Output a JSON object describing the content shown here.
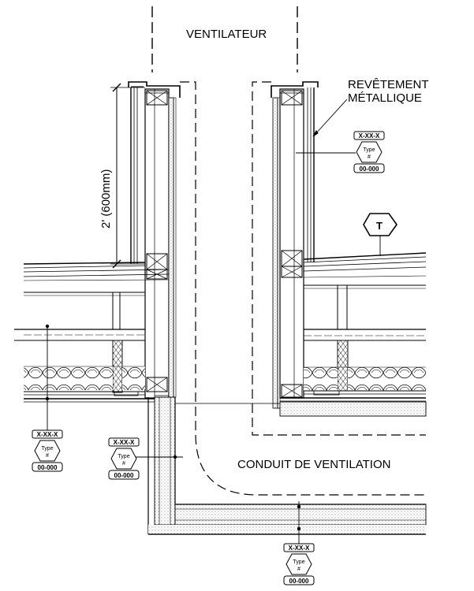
{
  "labels": {
    "fan": "VENTILATEUR",
    "cladding_line1": "REVÊTEMENT",
    "cladding_line2": "MÉTALLIQUE",
    "duct": "CONDUIT DE VENTILATION",
    "dimension": "2' (600mm)",
    "t_tag": "T"
  },
  "type_tags": [
    {
      "ref": "X-XX-X",
      "type_line1": "Type",
      "type_line2": "#",
      "number": "00-000"
    },
    {
      "ref": "X-XX-X",
      "type_line1": "Type",
      "type_line2": "#",
      "number": "00-000"
    },
    {
      "ref": "X-XX-X",
      "type_line1": "Type",
      "type_line2": "#",
      "number": "00-000"
    },
    {
      "ref": "X-XX-X",
      "type_line1": "Type",
      "type_line2": "#",
      "number": "00-000"
    }
  ],
  "colors": {
    "line": "#000000",
    "background": "#ffffff"
  }
}
